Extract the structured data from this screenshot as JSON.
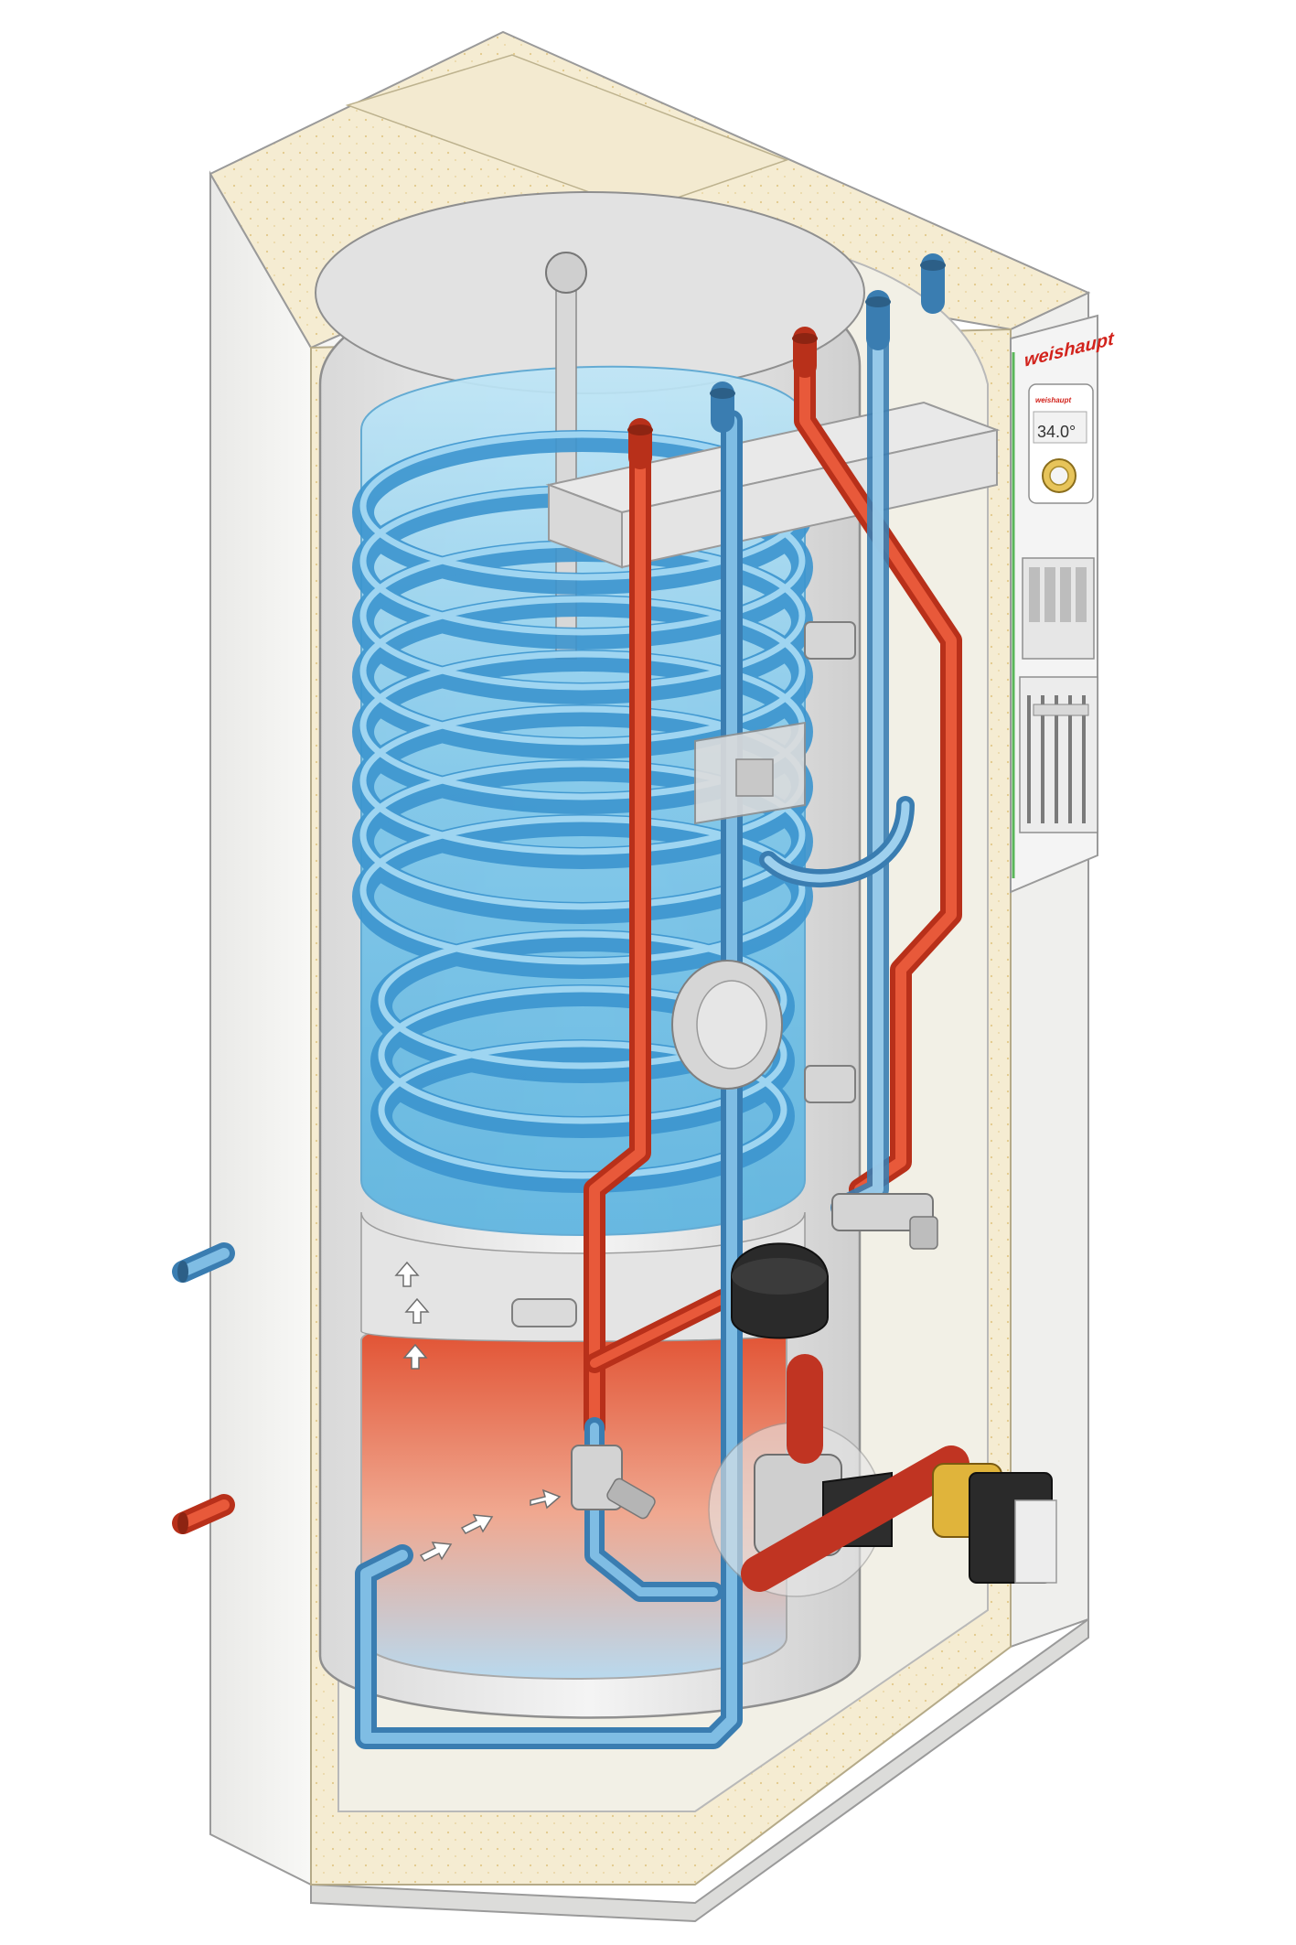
{
  "controller": {
    "brand": "weishaupt",
    "small_brand": "weishaupt",
    "temperature": "34.0°"
  },
  "colors": {
    "hot_pipe": "#d83a1f",
    "cold_pipe": "#5ea9d8",
    "water": "#7cc6ea",
    "insulation": "#f4ebcf",
    "casing": "#f3f3f1",
    "brand_red": "#d2231c"
  }
}
